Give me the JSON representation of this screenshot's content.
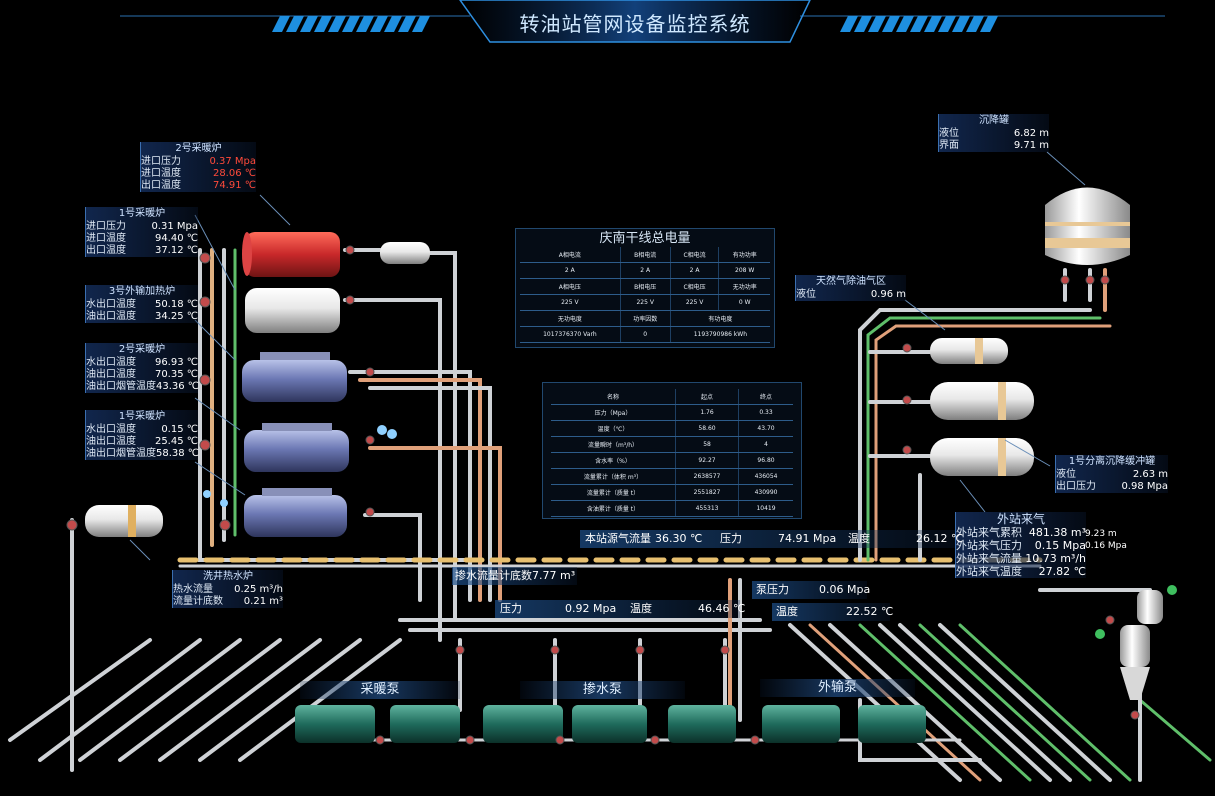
{
  "header": {
    "title": "转油站管网设备监控系统"
  },
  "colors": {
    "background": "#000000",
    "title_accent": "#1e8fe0",
    "warning_red": "#ff4a3a",
    "pipe_green": "#49c86a",
    "pipe_orange": "#e0a07a"
  },
  "panels": {
    "boiler2": {
      "title": "2号采暖炉",
      "rows": [
        {
          "label": "进口压力",
          "value": "0.37 Mpa",
          "alert": true
        },
        {
          "label": "进口温度",
          "value": "28.06 ℃",
          "alert": true
        },
        {
          "label": "出口温度",
          "value": "74.91 ℃",
          "alert": true
        }
      ]
    },
    "boiler1": {
      "title": "1号采暖炉",
      "rows": [
        {
          "label": "进口压力",
          "value": "0.31 Mpa"
        },
        {
          "label": "进口温度",
          "value": "94.40 ℃"
        },
        {
          "label": "出口温度",
          "value": "37.12 ℃"
        }
      ]
    },
    "outheat3": {
      "title": "3号外输加热炉",
      "rows": [
        {
          "label": "水出口温度",
          "value": "50.18 ℃"
        },
        {
          "label": "油出口温度",
          "value": "34.25 ℃"
        }
      ]
    },
    "boiler2b": {
      "title": "2号采暖炉",
      "rows": [
        {
          "label": "水出口温度",
          "value": "96.93 ℃"
        },
        {
          "label": "油出口温度",
          "value": "70.35 ℃"
        },
        {
          "label": "油出口烟管温度",
          "value": "43.36 ℃"
        }
      ]
    },
    "boiler1b": {
      "title": "1号采暖炉",
      "rows": [
        {
          "label": "水出口温度",
          "value": "0.15 ℃"
        },
        {
          "label": "油出口温度",
          "value": "25.45 ℃"
        },
        {
          "label": "油出口烟管温度",
          "value": "58.38 ℃"
        }
      ]
    },
    "washer": {
      "title": "洗井热水炉",
      "rows": [
        {
          "label": "热水流量",
          "value": "0.25 m³/h"
        },
        {
          "label": "流量计底数",
          "value": "0.21 m³"
        }
      ]
    },
    "settling": {
      "title": "沉降罐",
      "rows": [
        {
          "label": "液位",
          "value": "6.82 m"
        },
        {
          "label": "界面",
          "value": "9.71 m"
        }
      ]
    },
    "gas": {
      "title": "天然气除油气区",
      "rows": [
        {
          "label": "液位",
          "value": "0.96 m"
        }
      ]
    },
    "sep1": {
      "title": "1号分离沉降缓冲罐",
      "rows": [
        {
          "label": "液位",
          "value": "2.63 m"
        },
        {
          "label": "出口压力",
          "value": "0.98 Mpa"
        }
      ]
    },
    "external_gas": {
      "title": "外站来气",
      "partial1": "9.23 m",
      "partial2": "0.16 Mpa",
      "rows": [
        {
          "label": "外站来气累积",
          "value": "481.38 m³"
        },
        {
          "label": "外站来气压力",
          "value": "0.15 Mpa"
        },
        {
          "label": "外站来气流量",
          "value": "10.73 m³/h"
        },
        {
          "label": "外站来气温度",
          "value": "27.82 ℃"
        }
      ]
    }
  },
  "power_meter": {
    "title": "庆南干线总电量",
    "rows": [
      [
        "A相电流",
        "B相电流",
        "C相电流",
        "有功功率"
      ],
      [
        "2 A",
        "2 A",
        "2 A",
        "208 W"
      ],
      [
        "A相电压",
        "B相电压",
        "C相电压",
        "无功功率"
      ],
      [
        "225 V",
        "225 V",
        "225 V",
        "0 W"
      ],
      [
        "无功电度",
        "功率因数",
        "有功电度",
        ""
      ],
      [
        "1017376370 Varh",
        "0",
        "1193790986 kWh",
        ""
      ]
    ]
  },
  "flow_table": {
    "headers": [
      "名称",
      "起点",
      "终点"
    ],
    "rows": [
      [
        "压力（Mpa）",
        "1.76",
        "0.33"
      ],
      [
        "温度（℃）",
        "58.60",
        "43.70"
      ],
      [
        "流量瞬时（m³/h）",
        "58",
        "4"
      ],
      [
        "含水率（%）",
        "92.27",
        "96.80"
      ],
      [
        "流量累计（体积 m³）",
        "2638577",
        "436054"
      ],
      [
        "流量累计（质量 t）",
        "2551827",
        "430990"
      ],
      [
        "含油累计（质量 t）",
        "455313",
        "10419"
      ]
    ]
  },
  "readouts": {
    "station_gas_flow": {
      "label": "本站源气流量",
      "value": "36.30 ℃"
    },
    "station_pressure": {
      "label": "压力",
      "value": "74.91 Mpa"
    },
    "station_temp": {
      "label": "温度",
      "value": "26.12 ℃"
    },
    "mix_meter": {
      "label": "掺水流量计底数",
      "value": "7.77 m³"
    },
    "line_pressure": {
      "label": "压力",
      "value": "0.92 Mpa"
    },
    "line_temp": {
      "label": "温度",
      "value": "46.46 ℃"
    },
    "pump_pressure": {
      "label": "泵压力",
      "value": "0.06 Mpa"
    },
    "pump_temp": {
      "label": "温度",
      "value": "22.52 ℃"
    }
  },
  "pumps": {
    "heating": "采暖泵",
    "mixing": "掺水泵",
    "export": "外输泵"
  }
}
